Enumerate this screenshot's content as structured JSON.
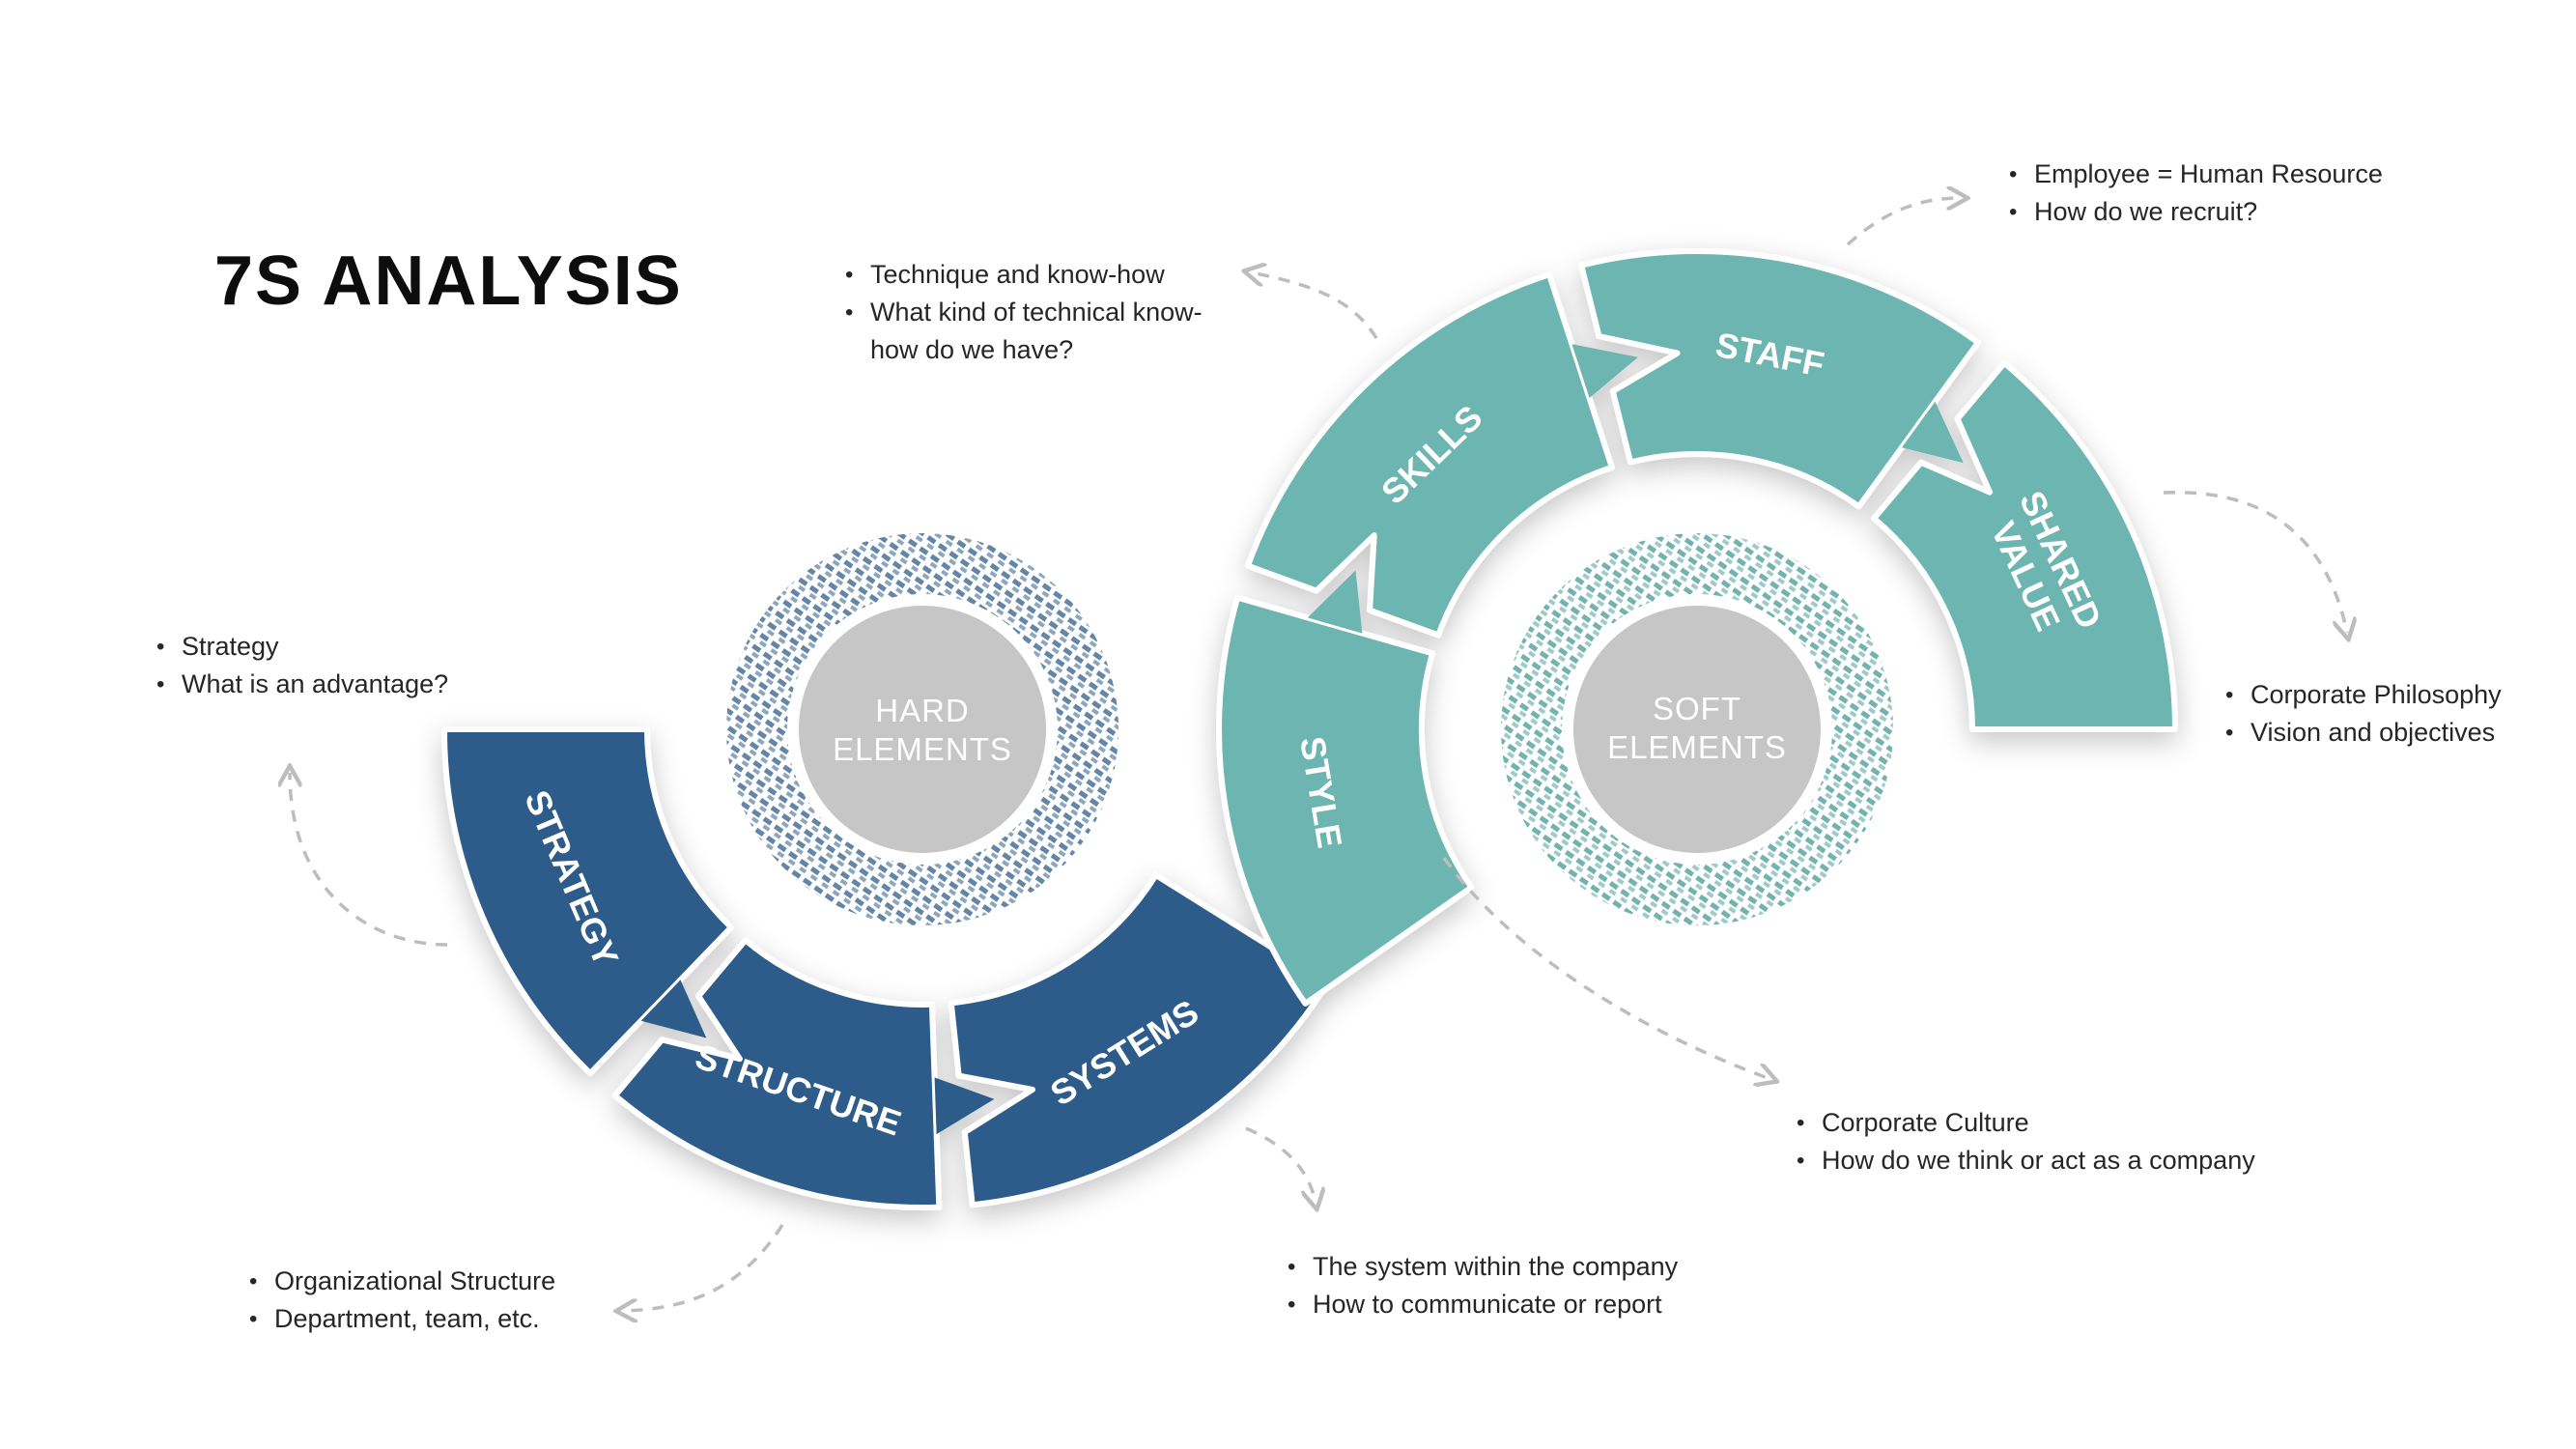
{
  "title": "7S ANALYSIS",
  "colors": {
    "hard": "#2e5c8a",
    "soft": "#6db5b1",
    "center_circle": "#c6c6c6",
    "arrows": "#bdbdbd"
  },
  "hard_elements": {
    "line1": "HARD",
    "line2": "ELEMENTS",
    "segments": [
      {
        "key": "strategy",
        "label": "STRATEGY"
      },
      {
        "key": "structure",
        "label": "STRUCTURE"
      },
      {
        "key": "systems",
        "label": "SYSTEMS"
      }
    ]
  },
  "soft_elements": {
    "line1": "SOFT",
    "line2": "ELEMENTS",
    "segments": [
      {
        "key": "style",
        "label": "STYLE"
      },
      {
        "key": "skills",
        "label": "SKILLS"
      },
      {
        "key": "staff",
        "label": "STAFF"
      },
      {
        "key": "shared_value",
        "label_line1": "SHARED",
        "label_line2": "VALUE"
      }
    ]
  },
  "notes": {
    "strategy": [
      "Strategy",
      "What is an advantage?"
    ],
    "structure": [
      "Organizational Structure",
      "Department, team, etc."
    ],
    "systems": [
      "The system within the company",
      "How to communicate or report"
    ],
    "style": [
      "Corporate Culture",
      "How do we think or act as a company"
    ],
    "skills": [
      "Technique and know-how",
      "What kind of technical know-how do we have?"
    ],
    "staff": [
      "Employee = Human Resource",
      "How do we recruit?"
    ],
    "shared_value": [
      "Corporate Philosophy",
      "Vision and objectives"
    ]
  }
}
